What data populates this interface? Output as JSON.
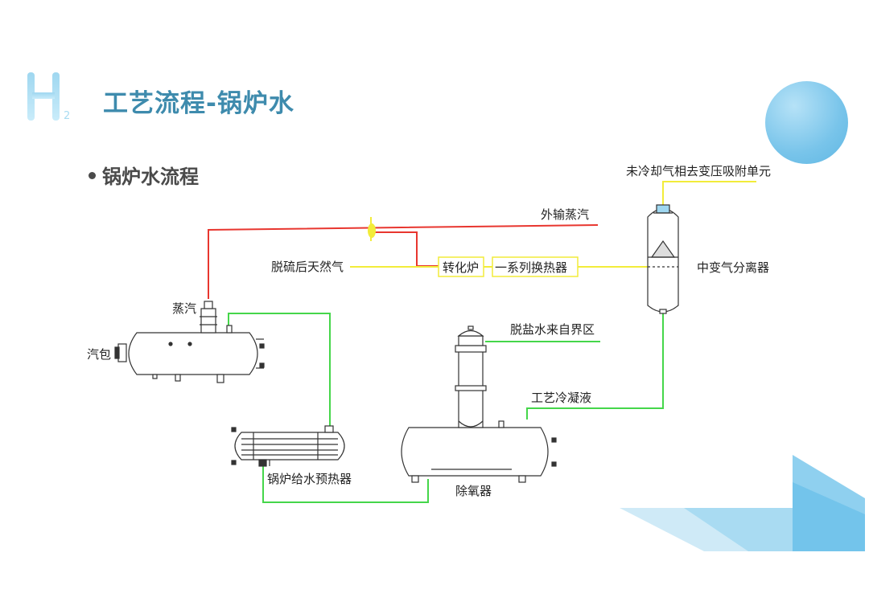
{
  "header": {
    "logo_letter": "H",
    "logo_sub": "2",
    "title": "工艺流程-锅炉水"
  },
  "section": {
    "heading": "锅炉水流程"
  },
  "diagram": {
    "labels": {
      "export_steam": "外输蒸汽",
      "desulfurized_gas": "脱硫后天然气",
      "reformer": "转化炉",
      "heat_exchangers": "一系列换热器",
      "shift_separator": "中变气分离器",
      "uncooled_gas": "未冷却气相去变压吸附单元",
      "steam": "蒸汽",
      "steam_drum": "汽包",
      "demin_water": "脱盐水来自界区",
      "process_condensate": "工艺冷凝液",
      "deaerator": "除氧器",
      "bfw_preheater": "锅炉给水预热器"
    },
    "colors": {
      "steam_line": "#e8362f",
      "gas_line": "#f2ec3a",
      "water_line": "#45d64a",
      "equipment": "#333333",
      "accent": "#3e8bad"
    }
  }
}
